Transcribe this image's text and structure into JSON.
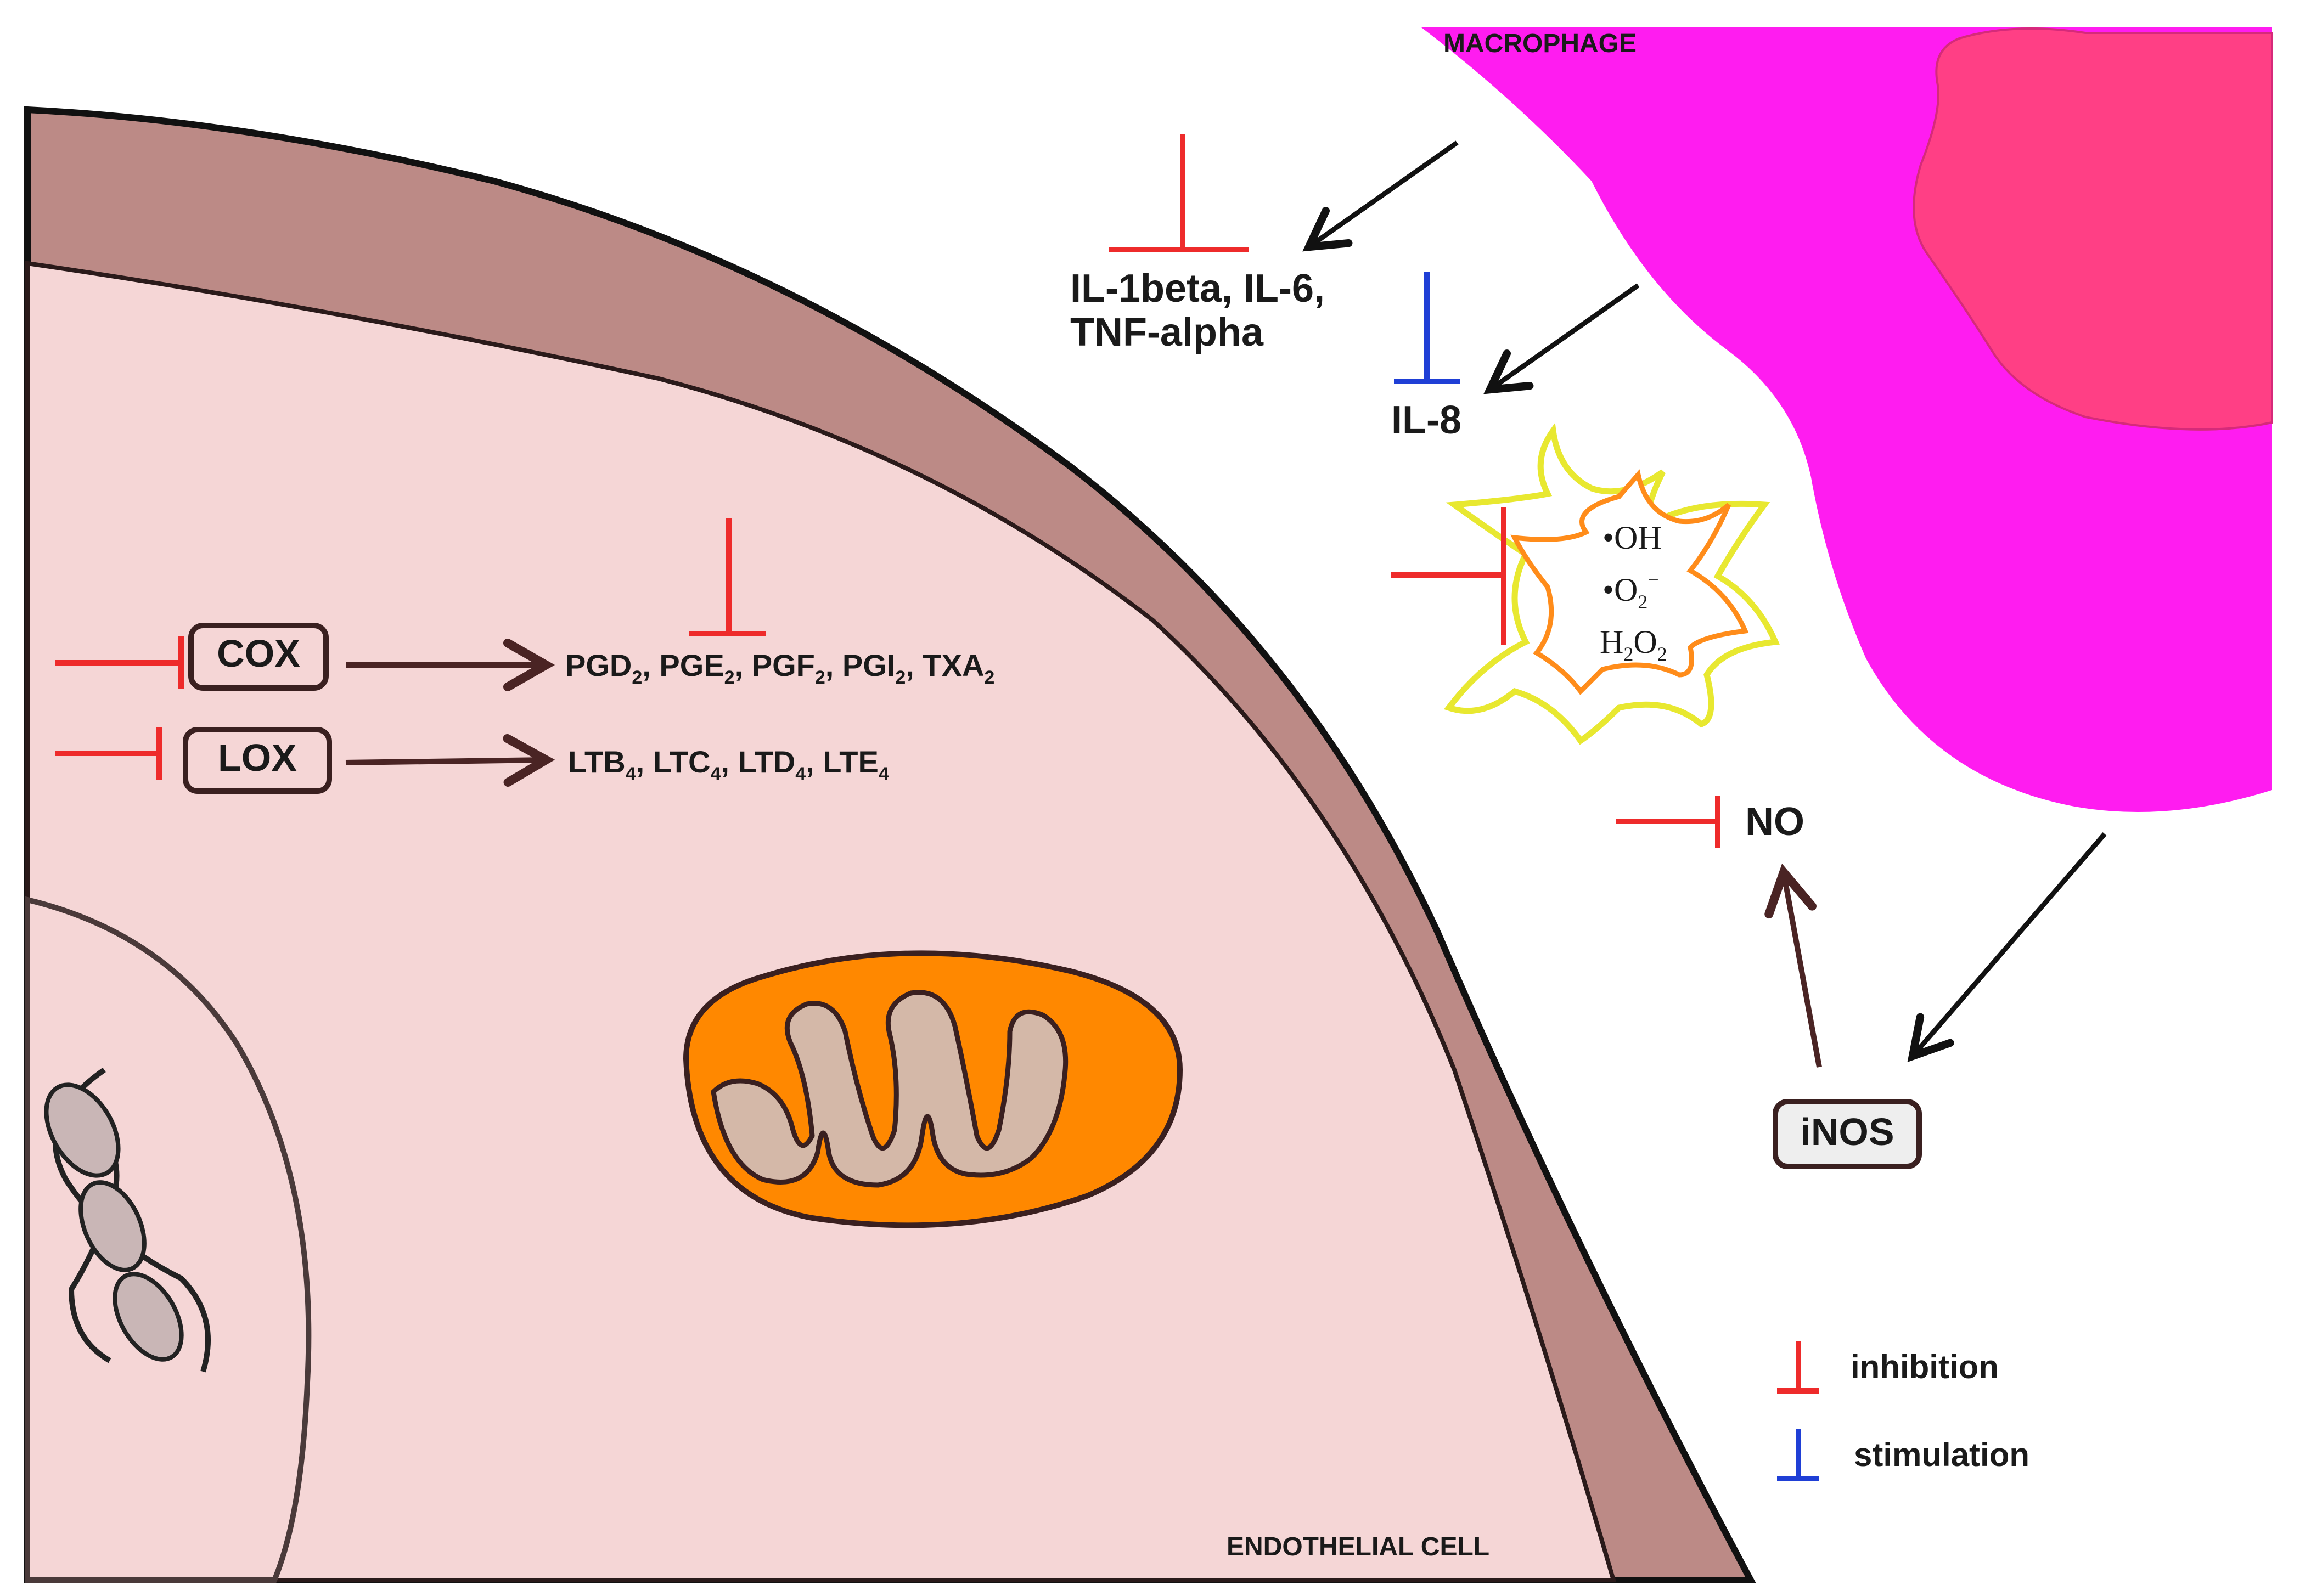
{
  "cells": {
    "macrophage_label": "MACROPHAGE",
    "endothelial_label": "ENDOTHELIAL CELL"
  },
  "enzymes": {
    "cox": "COX",
    "lox": "LOX",
    "inos": "iNOS"
  },
  "products": {
    "prostanoids": [
      {
        "base": "PGD",
        "sub": "2",
        "sep": ", "
      },
      {
        "base": "PGE",
        "sub": "2",
        "sep": ", "
      },
      {
        "base": "PGF",
        "sub": "2",
        "sep": ", "
      },
      {
        "base": "PGI",
        "sub": "2",
        "sep": ", "
      },
      {
        "base": "TXA",
        "sub": "2",
        "sep": ""
      }
    ],
    "leukotrienes": [
      {
        "base": "LTB",
        "sub": "4",
        "sep": ", "
      },
      {
        "base": "LTC",
        "sub": "4",
        "sep": ", "
      },
      {
        "base": "LTD",
        "sub": "4",
        "sep": ", "
      },
      {
        "base": "LTE",
        "sub": "4",
        "sep": ""
      }
    ]
  },
  "cytokines": {
    "line1": "IL-1beta, IL-6,",
    "line2": "TNF-alpha",
    "il8": "IL-8"
  },
  "ros": {
    "oh_dot": "•",
    "oh": "OH",
    "o2_dot": "•",
    "o2_base": "O",
    "o2_sub": "2",
    "o2_sup": "−",
    "h2o2_h": "H",
    "h2o2_sub1": "2",
    "h2o2_o": "O",
    "h2o2_sub2": "2"
  },
  "no_label": "NO",
  "legend": {
    "inhibition": "inhibition",
    "stimulation": "stimulation"
  },
  "colors": {
    "inhibition": "#ee2b2b",
    "stimulation": "#1f3fd6",
    "membrane": "#bc8a86",
    "cytoplasm": "#f5d6d6",
    "macrophage_outer": "#ff1cf0",
    "macrophage_inner": "#ff3f85",
    "mitochondrion": "#ff8800",
    "ros_outer": "#e8e830",
    "ros_inner": "#ff8c1a"
  }
}
